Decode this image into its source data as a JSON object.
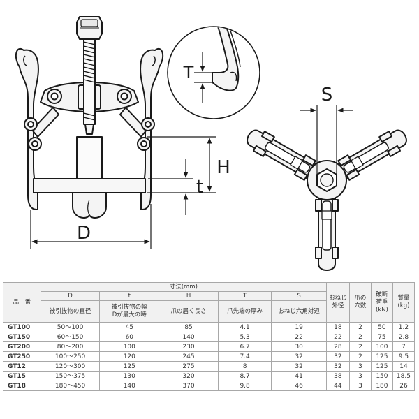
{
  "labels": {
    "D": "D",
    "t": "t",
    "H": "H",
    "T": "T",
    "S": "S"
  },
  "table": {
    "model_header": "品　番",
    "group_header": "寸法(mm)",
    "dim_symbols": [
      "D",
      "t",
      "H",
      "T",
      "S"
    ],
    "dim_descriptions": [
      "被引抜物の直径",
      "被引抜物の幅\nDが最大の時",
      "爪の届く長さ",
      "爪先端の厚み",
      "おねじ六角対辺"
    ],
    "extra_headers": [
      "おねじ\n外径",
      "爪の\n穴数",
      "破断\n荷重\n(kN)",
      "質量\n(kg)"
    ],
    "rows": [
      [
        "GT100",
        "50～100",
        "45",
        "85",
        "4.1",
        "19",
        "18",
        "2",
        "50",
        "1.2"
      ],
      [
        "GT150",
        "60～150",
        "60",
        "140",
        "5.3",
        "22",
        "22",
        "2",
        "75",
        "2.8"
      ],
      [
        "GT200",
        "80～200",
        "100",
        "230",
        "6.7",
        "30",
        "28",
        "2",
        "100",
        "7"
      ],
      [
        "GT250",
        "100～250",
        "120",
        "245",
        "7.4",
        "32",
        "32",
        "2",
        "125",
        "9.5"
      ],
      [
        "GT12",
        "120～300",
        "125",
        "275",
        "8",
        "32",
        "32",
        "3",
        "125",
        "14"
      ],
      [
        "GT15",
        "150～375",
        "130",
        "320",
        "8.7",
        "41",
        "38",
        "3",
        "150",
        "18.5"
      ],
      [
        "GT18",
        "180～450",
        "140",
        "370",
        "9.8",
        "46",
        "44",
        "3",
        "180",
        "26"
      ]
    ]
  }
}
